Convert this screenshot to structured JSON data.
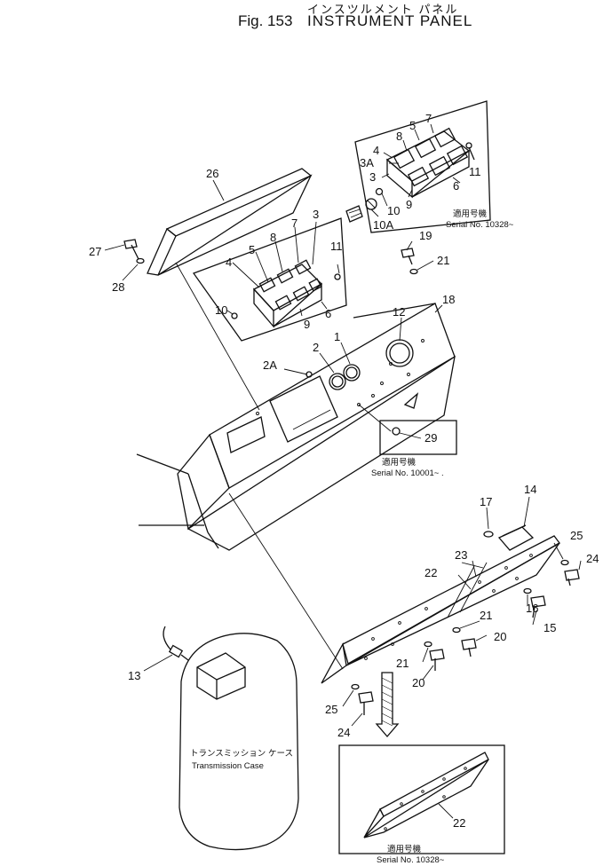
{
  "header": {
    "title_jp": "インスツルメント パネル",
    "figure_number": "Fig. 153",
    "title_en": "INSTRUMENT PANEL"
  },
  "callouts": {
    "c1": "1",
    "c2": "2",
    "c2a": "2A",
    "c3": "3",
    "c3b": "3",
    "c3a": "3A",
    "c4": "4",
    "c4b": "4",
    "c5": "5",
    "c5b": "5",
    "c6": "6",
    "c6b": "6",
    "c7": "7",
    "c7b": "7",
    "c8": "8",
    "c8b": "8",
    "c9": "9",
    "c9b": "9",
    "c10": "10",
    "c10b": "10",
    "c10a": "10A",
    "c11": "11",
    "c11b": "11",
    "c12": "12",
    "c13": "13",
    "c14": "14",
    "c15": "15",
    "c16": "16",
    "c17": "17",
    "c18": "18",
    "c19": "19",
    "c20": "20",
    "c20b": "20",
    "c21": "21",
    "c21b": "21",
    "c21c": "21",
    "c22": "22",
    "c22b": "22",
    "c23": "23",
    "c24": "24",
    "c24b": "24",
    "c25": "25",
    "c25b": "25",
    "c26": "26",
    "c27": "27",
    "c28": "28",
    "c29": "29"
  },
  "notes": {
    "applicable_jp": "適用号機",
    "serial_10328_top": "Serial No. 10328~",
    "serial_10001": "Serial No. 10001~ .",
    "serial_10328_bottom": "Serial No. 10328~",
    "transmission_jp": "トランスミッション ケース",
    "transmission_en": "Transmission Case"
  }
}
